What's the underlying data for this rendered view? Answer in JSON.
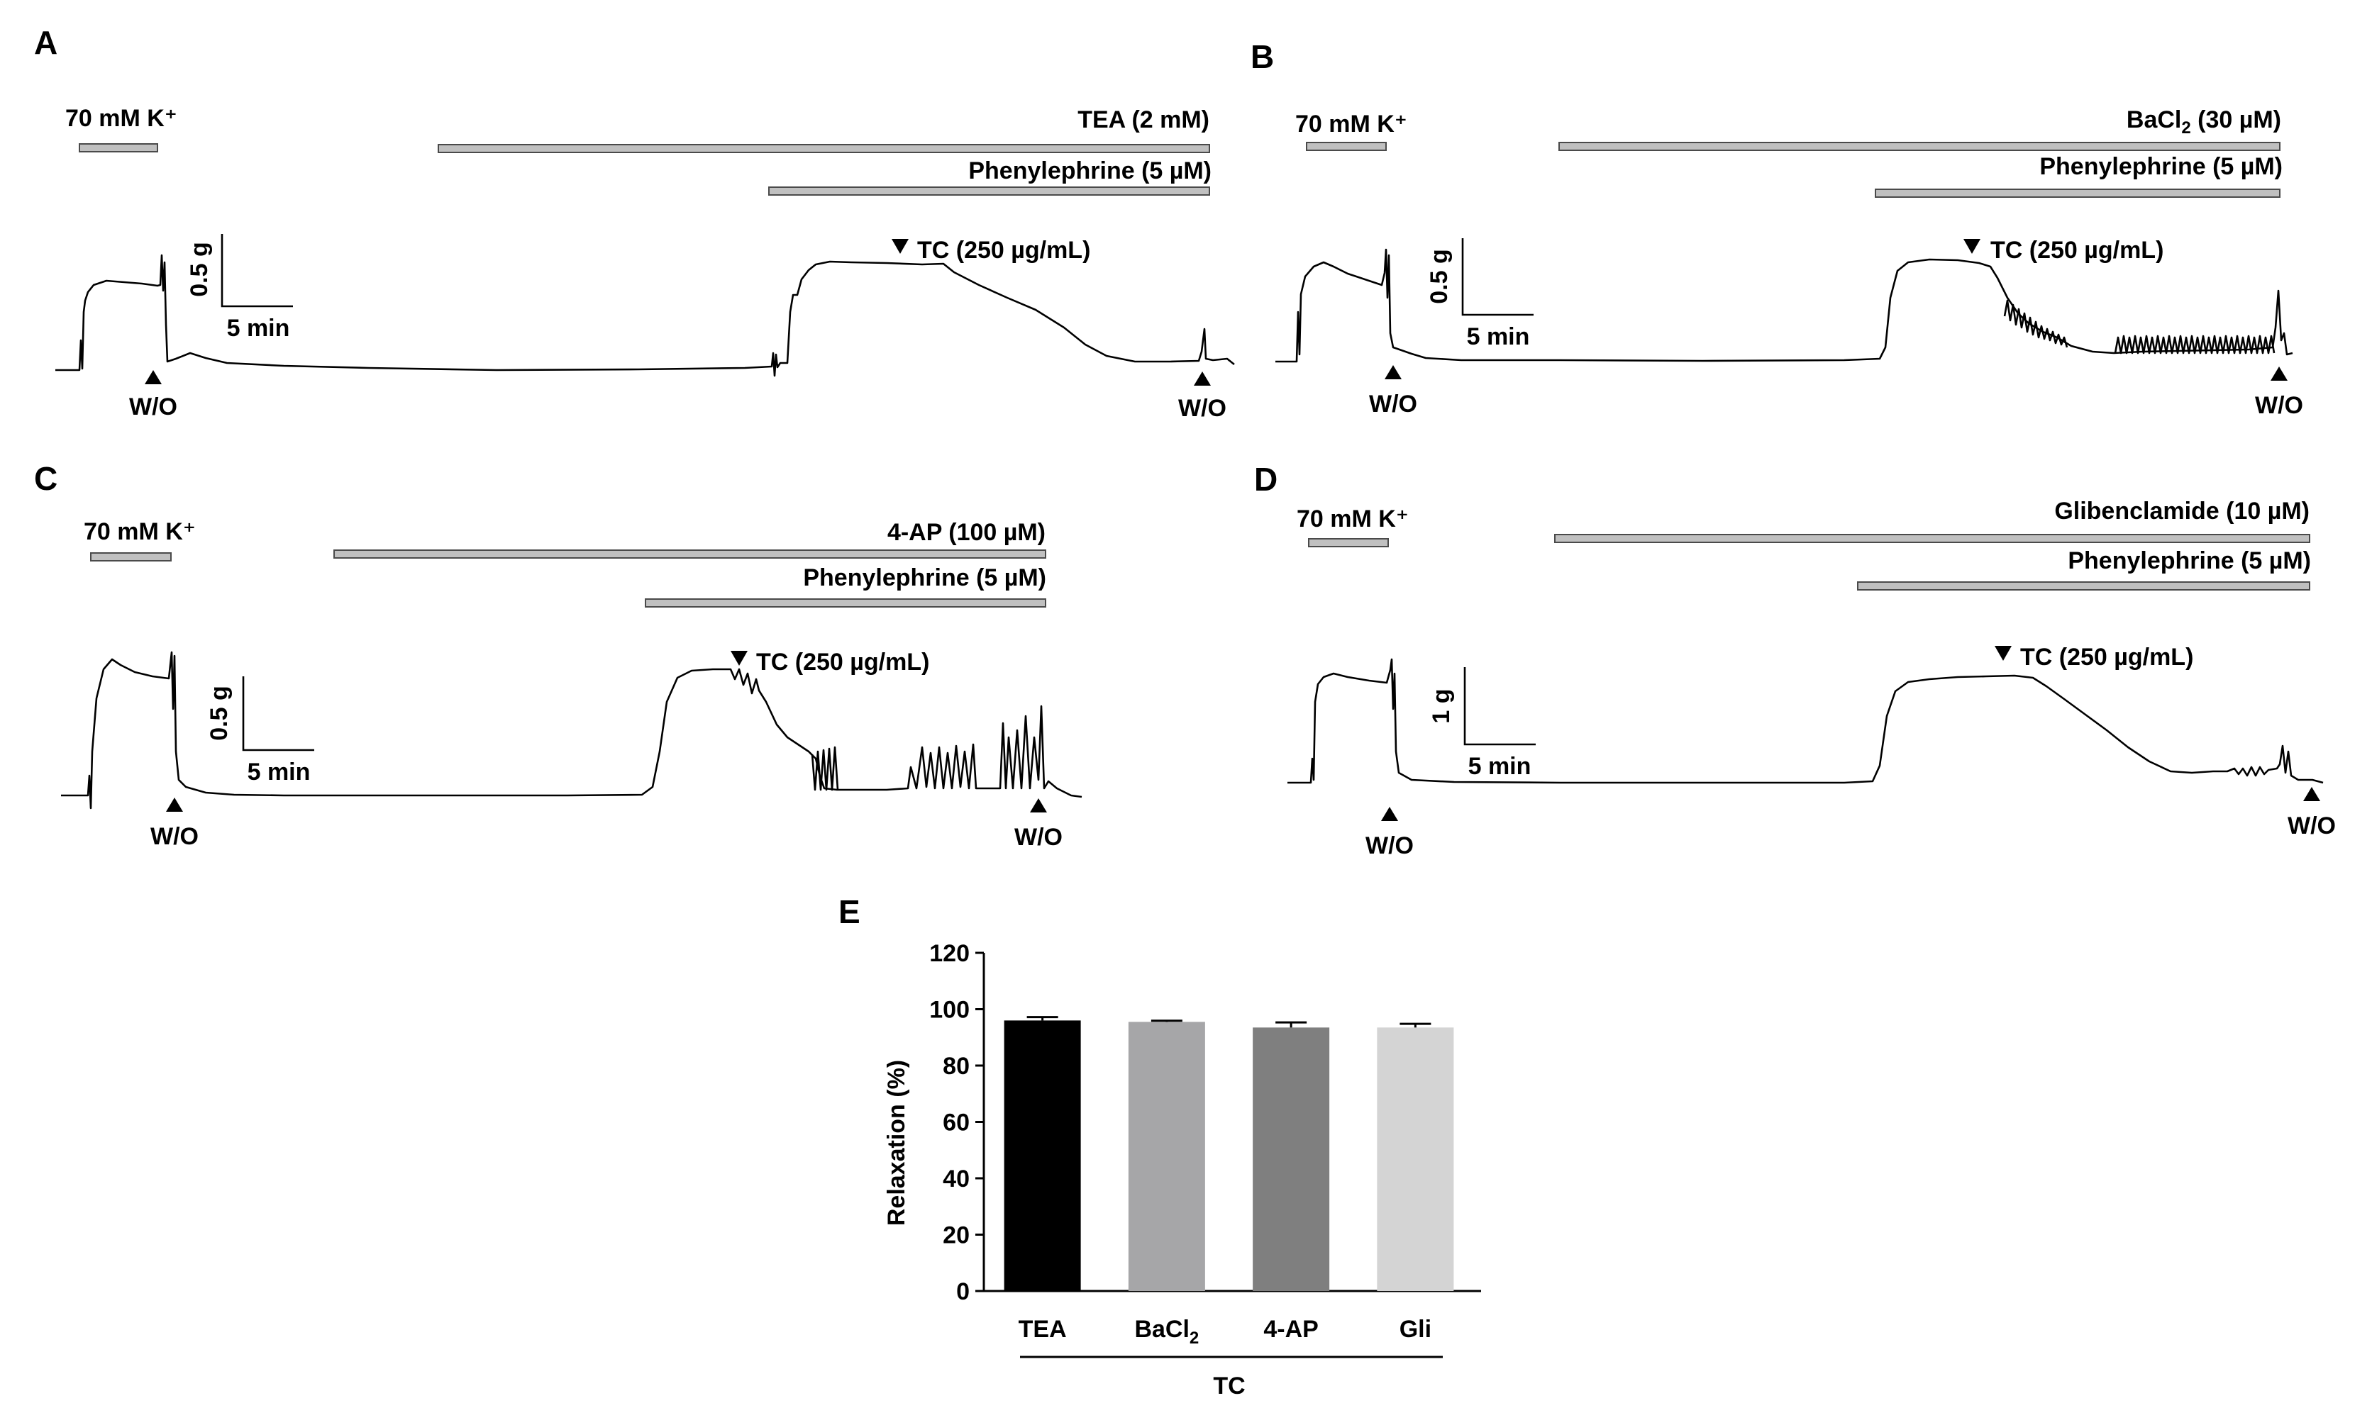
{
  "panels": [
    {
      "letter": "A",
      "k_label": "70 mM K⁺",
      "blocker": {
        "name": "TEA",
        "conc": "(2 mM)"
      },
      "phe": "Phenylephrine (5 µM)",
      "tc": "TC (250 µg/mL)",
      "scale_y": "0.5 g",
      "scale_x": "5 min",
      "wo": "W/O"
    },
    {
      "letter": "B",
      "k_label": "70 mM K⁺",
      "blocker": {
        "name": "BaCl",
        "sub": "2",
        "conc": " (30 µM)"
      },
      "phe": "Phenylephrine (5 µM)",
      "tc": "TC (250 µg/mL)",
      "scale_y": "0.5 g",
      "scale_x": "5 min",
      "wo": "W/O"
    },
    {
      "letter": "C",
      "k_label": "70 mM K⁺",
      "blocker": {
        "name": "4-AP",
        "conc": " (100 µM)"
      },
      "phe": "Phenylephrine (5 µM)",
      "tc": "TC (250 µg/mL)",
      "scale_y": "0.5 g",
      "scale_x": "5 min",
      "wo": "W/O"
    },
    {
      "letter": "D",
      "k_label": "70 mM K⁺",
      "blocker": {
        "name": "Glibenclamide",
        "conc": " (10 µM)"
      },
      "phe": "Phenylephrine (5 µM)",
      "tc": "TC (250 µg/mL)",
      "scale_y": "1 g",
      "scale_x": "5 min",
      "wo": "W/O"
    }
  ],
  "chart_data": {
    "type": "bar",
    "panel_letter": "E",
    "categories": [
      "TEA",
      "BaCl2",
      "4-AP",
      "Gli"
    ],
    "category_labels": [
      {
        "main": "TEA"
      },
      {
        "main": "BaCl",
        "sub": "2"
      },
      {
        "main": "4-AP"
      },
      {
        "main": "Gli"
      }
    ],
    "values": [
      96,
      95.5,
      93.5,
      93.5
    ],
    "errors": [
      1.2,
      0.4,
      1.8,
      1.3
    ],
    "colors": [
      "#000000",
      "#a6a6a8",
      "#7f7f7f",
      "#d4d4d4"
    ],
    "ylabel": "Relaxation (%)",
    "xgroup_label": "TC",
    "ylim": [
      0,
      120
    ],
    "yticks": [
      0,
      20,
      40,
      60,
      80,
      100,
      120
    ]
  }
}
